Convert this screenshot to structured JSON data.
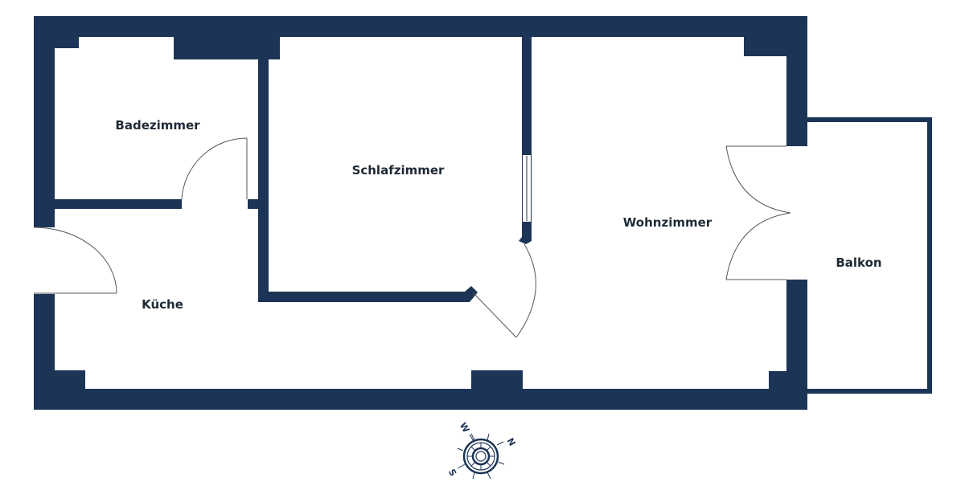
{
  "floorplan": {
    "wall_color": "#1c3557",
    "background": "#ffffff",
    "rooms": [
      {
        "id": "badezimmer",
        "label": "Badezimmer"
      },
      {
        "id": "schlafzimmer",
        "label": "Schlafzimmer"
      },
      {
        "id": "wohnzimmer",
        "label": "Wohnzimmer"
      },
      {
        "id": "kueche",
        "label": "Küche"
      },
      {
        "id": "balkon",
        "label": "Balkon"
      }
    ],
    "compass": {
      "north": "N",
      "south": "S",
      "west": "W"
    }
  }
}
